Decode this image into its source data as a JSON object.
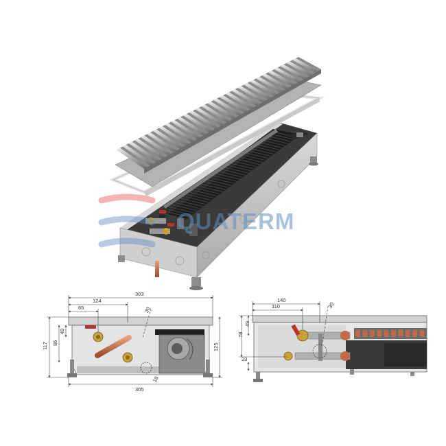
{
  "watermark": {
    "brand_text": "QUATERM"
  },
  "front_section": {
    "dims": {
      "overall_top": "303",
      "pipe_offset": "124",
      "valve_offset": "65",
      "angle": "30",
      "left_height": "117",
      "inner_height": "86",
      "valve_height": "49",
      "right_height": "125",
      "bottom_width": "305",
      "pipe_dia": "18"
    }
  },
  "side_section": {
    "dims": {
      "offset_a": "140",
      "offset_b": "110",
      "angle": "30",
      "height_a": "78",
      "height_b": "49",
      "pipe_stub": "23"
    }
  },
  "colors": {
    "housing": "#c8c8c8",
    "grille": "#a9a9a9",
    "fins": "#1e1e1e",
    "copper": "#c06a4a",
    "brass": "#c9a13a",
    "valve_red": "#b5352c"
  }
}
